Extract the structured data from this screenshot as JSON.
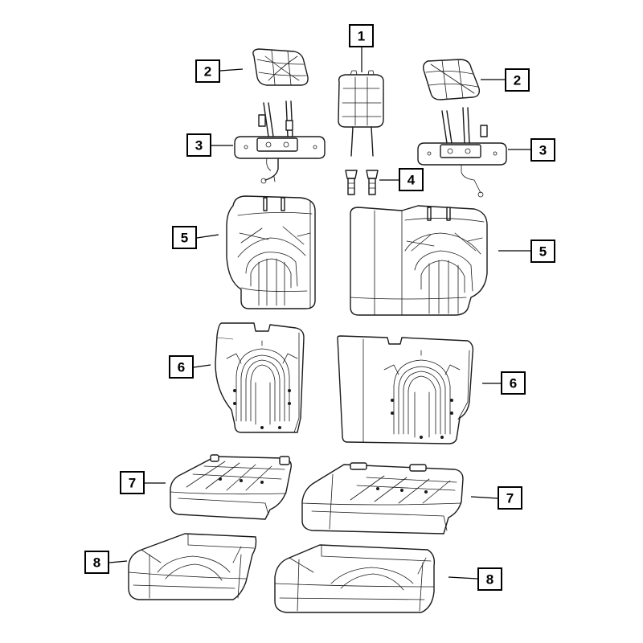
{
  "callouts": {
    "c1": "1",
    "c2_left": "2",
    "c2_right": "2",
    "c3_left": "3",
    "c3_right": "3",
    "c4": "4",
    "c5_left": "5",
    "c5_right": "5",
    "c6_left": "6",
    "c6_right": "6",
    "c7_left": "7",
    "c7_right": "7",
    "c8_left": "8",
    "c8_right": "8"
  },
  "colors": {
    "line": "#1a1a1a",
    "background": "#ffffff"
  }
}
